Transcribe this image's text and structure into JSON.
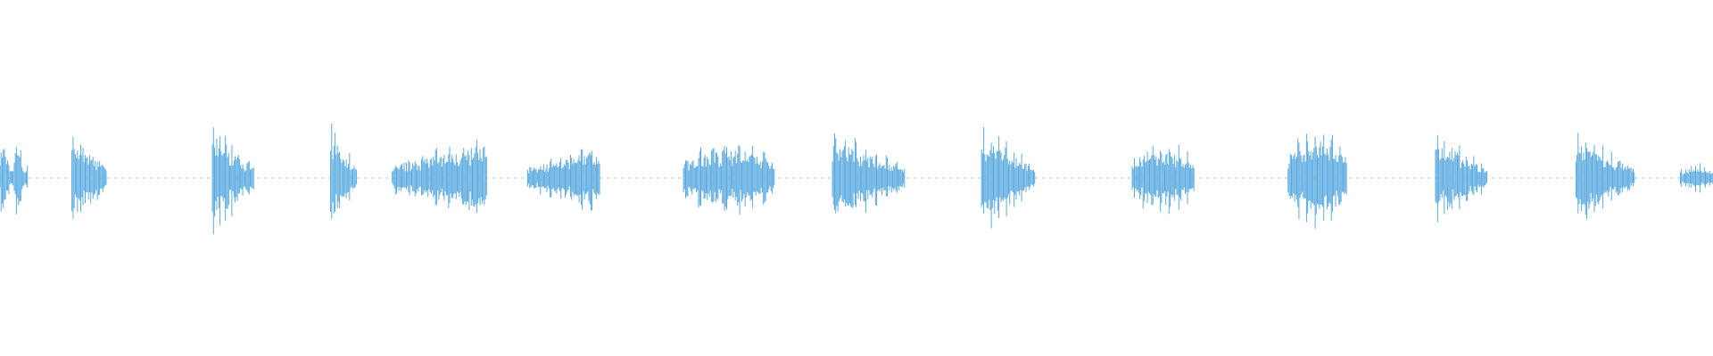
{
  "waveform": {
    "color": "#5aaae0",
    "bursts": [
      {
        "start": 0.0,
        "end": 0.016,
        "peak": 0.27,
        "shape": "chatter"
      },
      {
        "start": 0.042,
        "end": 0.062,
        "peak": 0.32,
        "shape": "decay"
      },
      {
        "start": 0.124,
        "end": 0.148,
        "peak": 0.34,
        "shape": "decay"
      },
      {
        "start": 0.193,
        "end": 0.208,
        "peak": 0.32,
        "shape": "decay"
      },
      {
        "start": 0.229,
        "end": 0.284,
        "peak": 0.26,
        "shape": "grow"
      },
      {
        "start": 0.308,
        "end": 0.35,
        "peak": 0.22,
        "shape": "grow"
      },
      {
        "start": 0.399,
        "end": 0.452,
        "peak": 0.22,
        "shape": "flat"
      },
      {
        "start": 0.486,
        "end": 0.528,
        "peak": 0.3,
        "shape": "decay"
      },
      {
        "start": 0.573,
        "end": 0.604,
        "peak": 0.34,
        "shape": "decay"
      },
      {
        "start": 0.661,
        "end": 0.697,
        "peak": 0.22,
        "shape": "flat"
      },
      {
        "start": 0.752,
        "end": 0.786,
        "peak": 0.29,
        "shape": "flat"
      },
      {
        "start": 0.838,
        "end": 0.868,
        "peak": 0.29,
        "shape": "decay"
      },
      {
        "start": 0.92,
        "end": 0.954,
        "peak": 0.29,
        "shape": "decay"
      },
      {
        "start": 0.981,
        "end": 1.0,
        "peak": 0.09,
        "shape": "flat"
      }
    ]
  }
}
